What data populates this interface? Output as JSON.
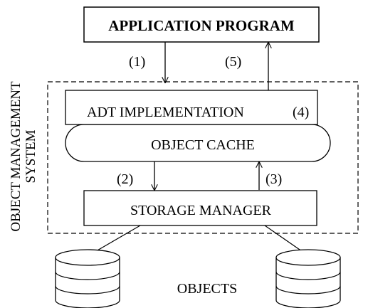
{
  "boxes": {
    "application_program": "APPLICATION PROGRAM",
    "adt_implementation": "ADT IMPLEMENTATION",
    "adt_step": "(4)",
    "object_cache": "OBJECT CACHE",
    "storage_manager": "STORAGE MANAGER"
  },
  "boundary": {
    "label_line1": "OBJECT MANAGEMENT",
    "label_line2": "SYSTEM"
  },
  "steps": {
    "step1": "(1)",
    "step2": "(2)",
    "step3": "(3)",
    "step5": "(5)"
  },
  "storage": {
    "label": "OBJECTS"
  }
}
